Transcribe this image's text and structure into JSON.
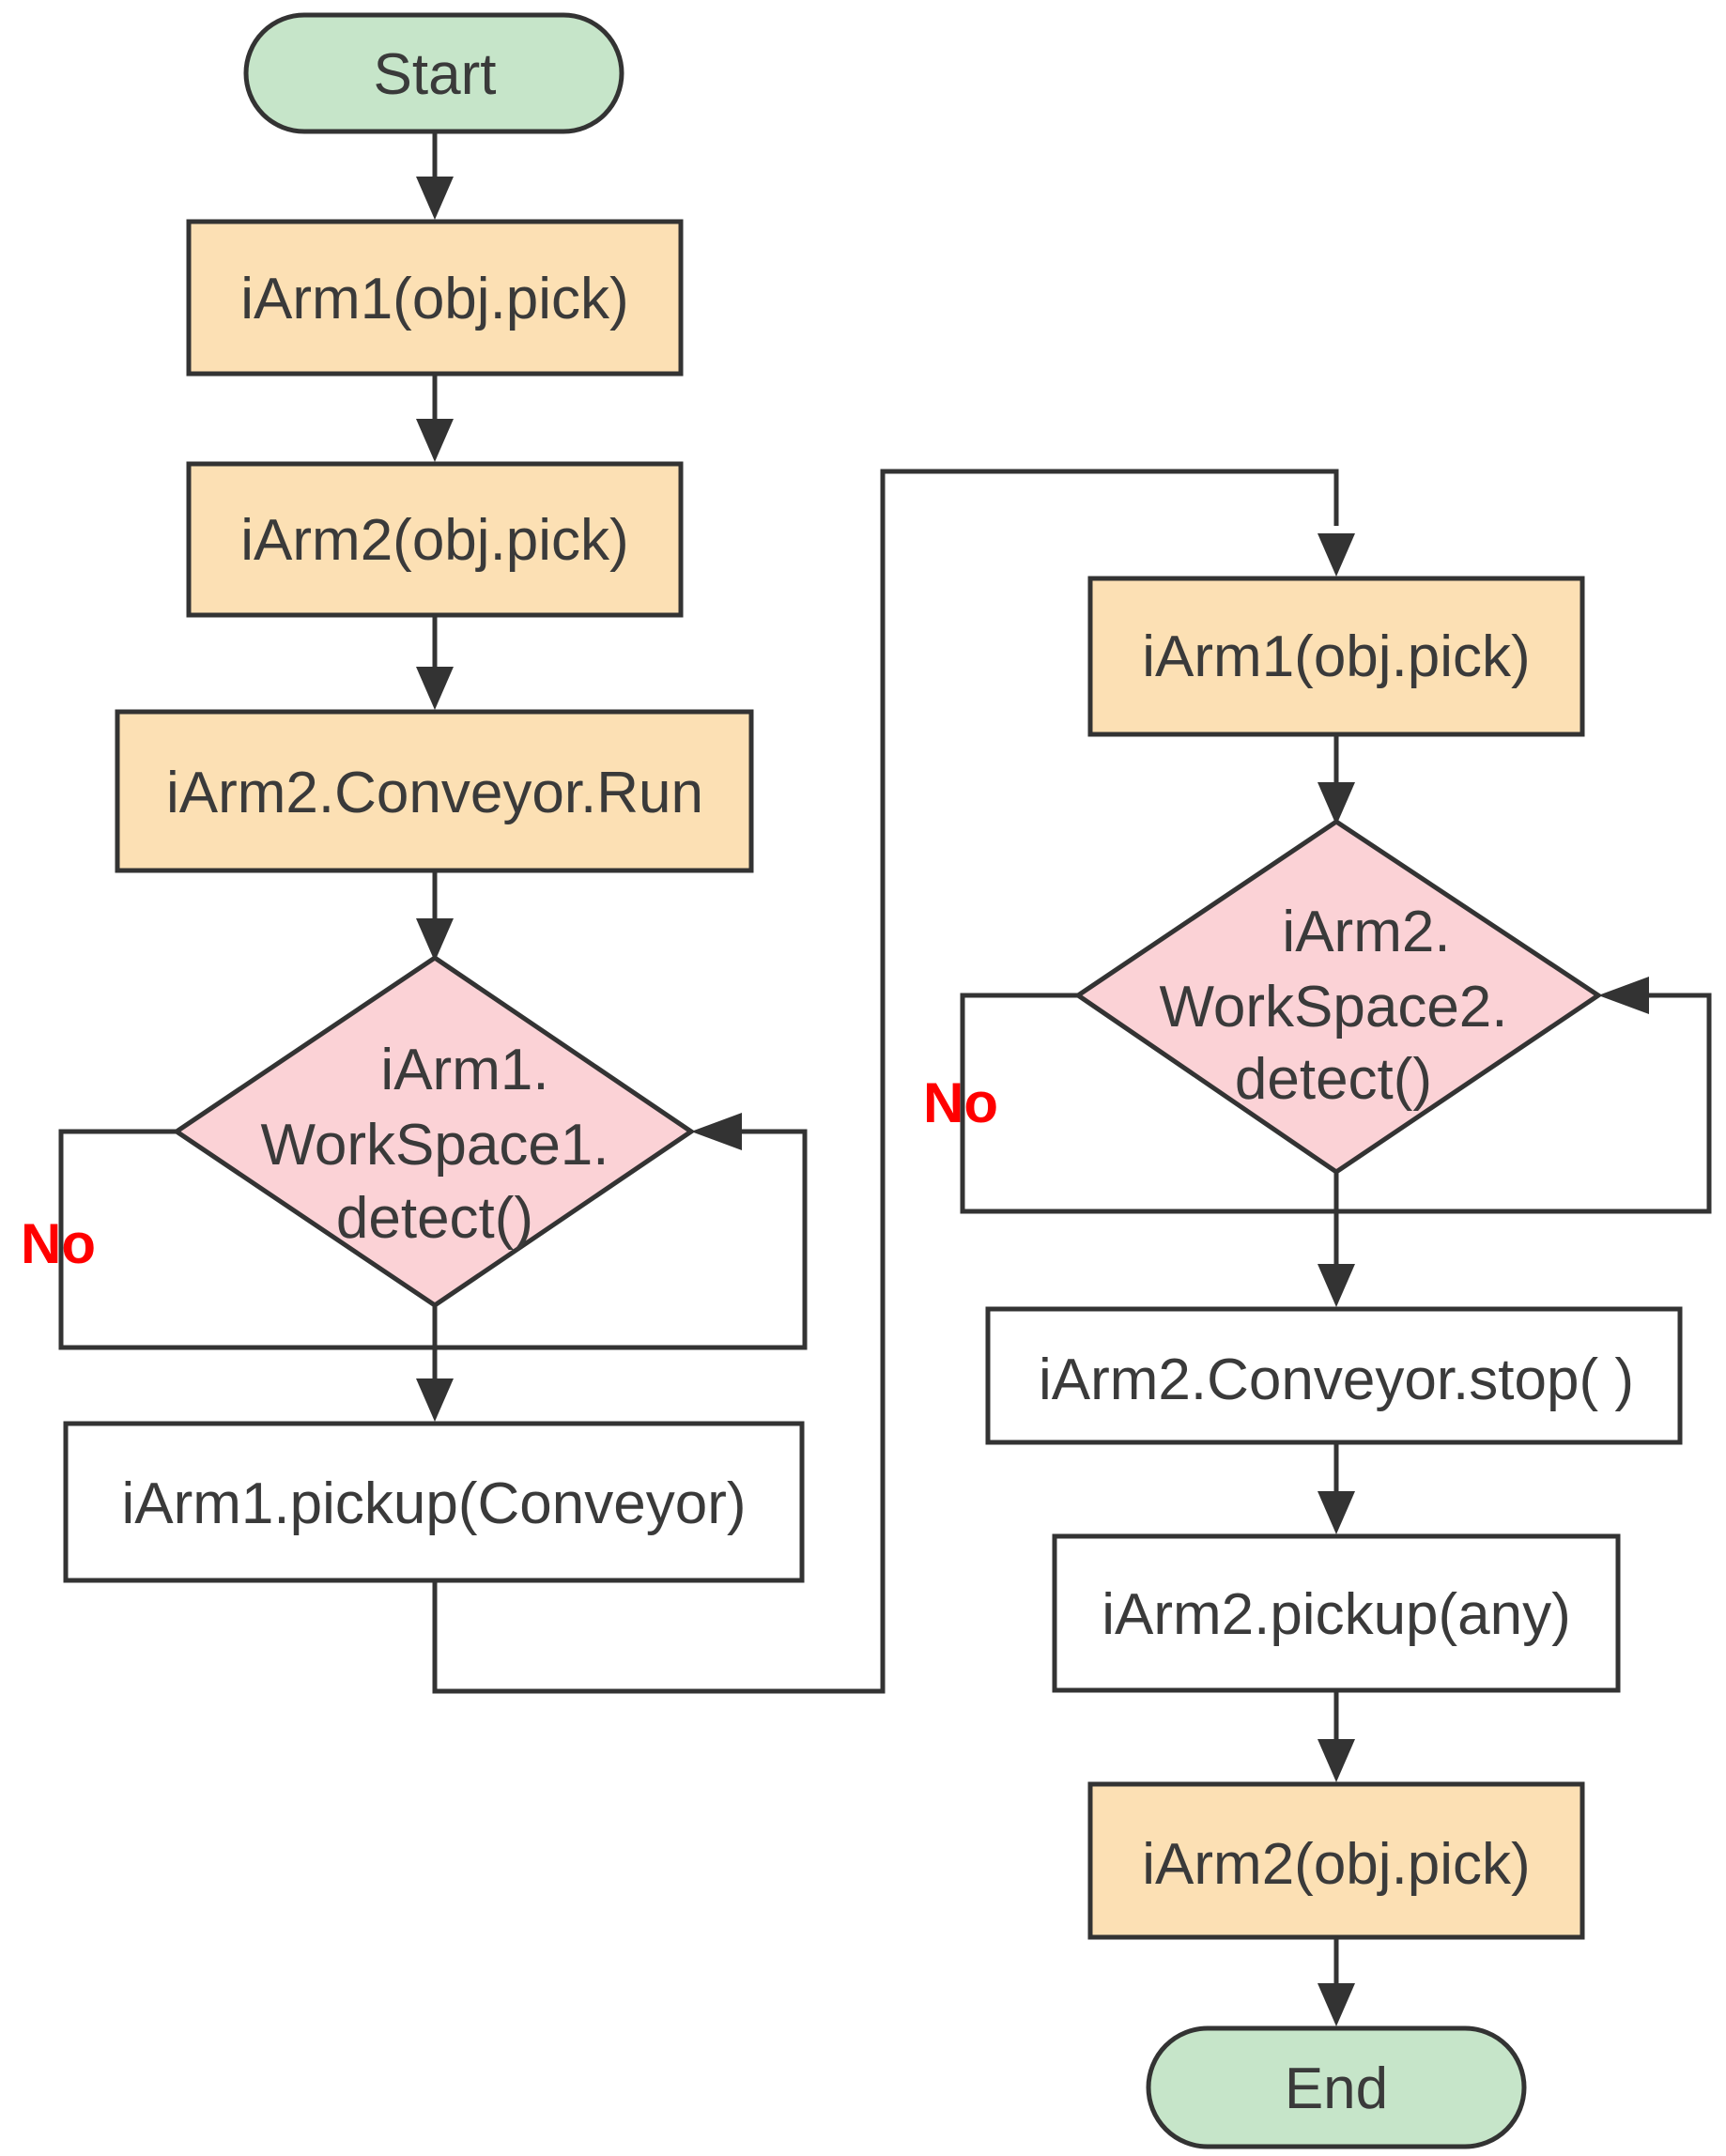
{
  "colors": {
    "terminal_fill": "#c6e5c9",
    "process_fill": "#fce0b4",
    "decision_fill": "#fbd2d6",
    "io_fill": "#ffffff",
    "stroke": "#333333",
    "text": "#3a3a3a",
    "no_label": "#ff0000"
  },
  "nodes": {
    "start": "Start",
    "arm1_pick_a": "iArm1(obj.pick)",
    "arm2_pick_a": "iArm2(obj.pick)",
    "conveyor_run": "iArm2.Conveyor.Run",
    "ws1_detect": [
      "iArm1.",
      "WorkSpace1.",
      "detect()"
    ],
    "arm1_pickup_conveyor": "iArm1.pickup(Conveyor)",
    "arm1_pick_b": "iArm1(obj.pick)",
    "ws2_detect": [
      "iArm2.",
      "WorkSpace2.",
      "detect()"
    ],
    "conveyor_stop": "iArm2.Conveyor.stop( )",
    "arm2_pickup_any": "iArm2.pickup(any)",
    "arm2_pick_b": "iArm2(obj.pick)",
    "end": "End"
  },
  "labels": {
    "no_1": "No",
    "no_2": "No"
  }
}
